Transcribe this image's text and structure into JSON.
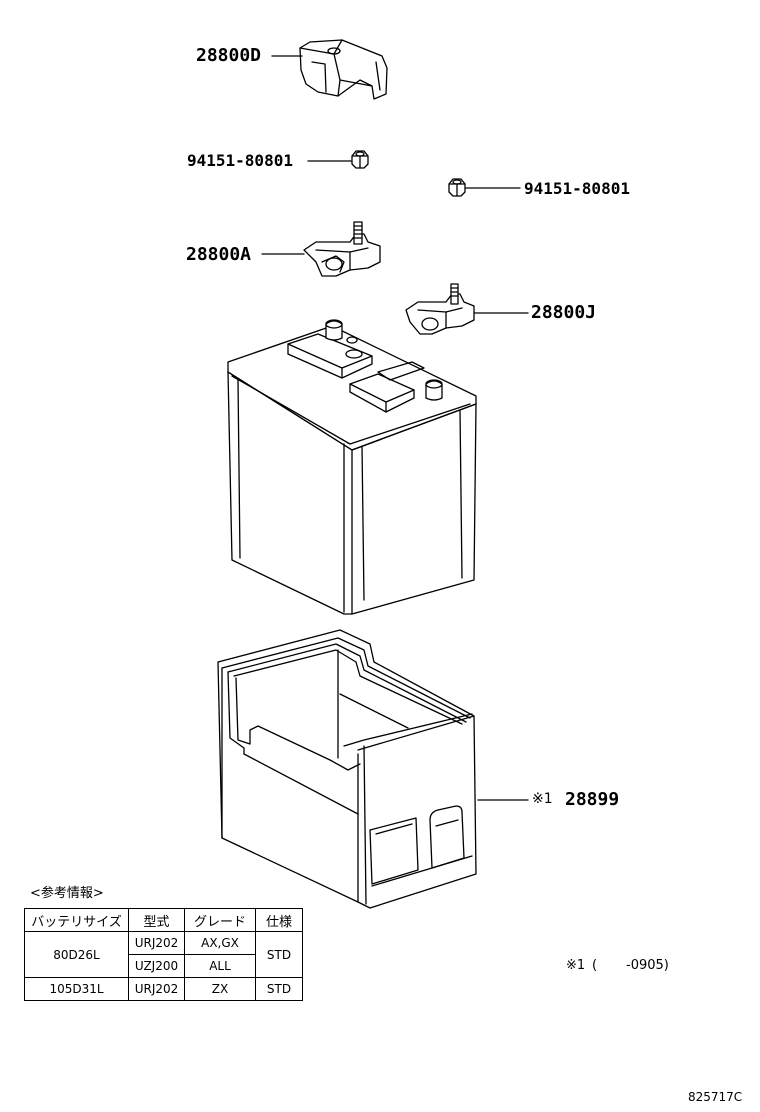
{
  "parts": {
    "cover": "28800D",
    "nut_left": "94151-80801",
    "nut_right": "94151-80801",
    "clamp_a": "28800A",
    "clamp_j": "28800J",
    "tray_mark": "※1",
    "tray": "28899"
  },
  "reference": {
    "heading": "<参考情報>",
    "headers": [
      "バッテリサイズ",
      "型式",
      "グレード",
      "仕様"
    ],
    "rows": [
      {
        "size": "80D26L",
        "model": "URJ202",
        "grade": "AX,GX",
        "spec": "STD"
      },
      {
        "model": "UZJ200",
        "grade": "ALL"
      },
      {
        "size": "105D31L",
        "model": "URJ202",
        "grade": "ZX",
        "spec": "STD"
      }
    ]
  },
  "footnote": {
    "mark": "※1",
    "paren_open": "(",
    "range": "-0905)"
  },
  "figure_code": "825717C"
}
